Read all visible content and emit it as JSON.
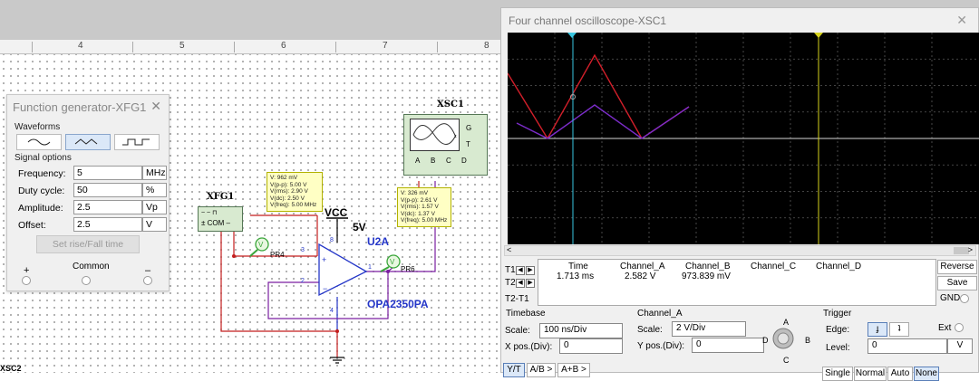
{
  "ruler": {
    "marks": [
      "4",
      "5",
      "6",
      "7",
      "8"
    ]
  },
  "function_generator": {
    "title": "Function generator-XFG1",
    "waveforms_label": "Waveforms",
    "signal_options_label": "Signal options",
    "waveforms": [
      "sine-wave-icon",
      "triangle-wave-icon",
      "square-wave-icon"
    ],
    "selected_waveform": "triangle-wave-icon",
    "rows": [
      {
        "label": "Frequency:",
        "value": "5",
        "unit": "MHz"
      },
      {
        "label": "Duty cycle:",
        "value": "50",
        "unit": "%"
      },
      {
        "label": "Amplitude:",
        "value": "2.5",
        "unit": "Vp"
      },
      {
        "label": "Offset:",
        "value": "2.5",
        "unit": "V"
      }
    ],
    "set_rise_label": "Set rise/Fall time",
    "plus_label": "+",
    "common_label": "Common",
    "minus_label": "–"
  },
  "circuit": {
    "xsc1_label": "XSC1",
    "xfg1_label": "XFG1",
    "xfg_com": "± COM –",
    "vcc_label": "VCC",
    "vcc_value": "5V",
    "u2a_label": "U2A",
    "part_label": "OPA2350PA",
    "pr4_label": "PR4",
    "pr6_label": "PR6",
    "pin3": "3",
    "pin2": "2",
    "pin1": "1",
    "pin8": "8",
    "pin4": "4",
    "scope_pins": [
      "A",
      "B",
      "C",
      "D"
    ],
    "scope_gt": [
      "G",
      "T"
    ],
    "bottom_left_label": "XSC2",
    "probe1": [
      "V: 962 mV",
      "V(p-p): 5.00 V",
      "V(rms): 2.90 V",
      "V(dc): 2.50 V",
      "V(freq): 5.00 MHz"
    ],
    "probe2": [
      "V: 326 mV",
      "V(p-p): 2.61 V",
      "V(rms): 1.57 V",
      "V(dc): 1.37 V",
      "V(freq): 5.00 MHz"
    ]
  },
  "oscilloscope": {
    "title": "Four channel oscilloscope-XSC1",
    "scroll_left": "<",
    "scroll_right": ">",
    "readout_headers": [
      "Time",
      "Channel_A",
      "Channel_B",
      "Channel_C",
      "Channel_D"
    ],
    "t1_label": "T1",
    "t2_label": "T2",
    "t2t1_label": "T2-T1",
    "t1_values": [
      "1.713 ms",
      "2.582 V",
      "973.839 mV",
      "",
      ""
    ],
    "reverse_label": "Reverse",
    "save_label": "Save",
    "gnd_label": "GND",
    "timebase_label": "Timebase",
    "timebase_scale_label": "Scale:",
    "timebase_scale": "100 ns/Div",
    "xpos_label": "X pos.(Div):",
    "xpos_value": "0",
    "channel_label": "Channel_A",
    "channel_scale_label": "Scale:",
    "channel_scale": "2  V/Div",
    "ypos_label": "Y pos.(Div):",
    "ypos_value": "0",
    "knob_labels": [
      "A",
      "B",
      "C",
      "D"
    ],
    "trigger_label": "Trigger",
    "edge_label": "Edge:",
    "level_label": "Level:",
    "level_value": "0",
    "level_unit": "V",
    "ext_label": "Ext",
    "bottom_buttons": [
      "Y/T",
      "A/B >",
      "A+B >"
    ],
    "trigger_buttons": [
      "Single",
      "Normal",
      "Auto",
      "None"
    ],
    "trace_colors": {
      "channel_a": "#d21f2a",
      "channel_b": "#7b2cc9"
    },
    "cursor_colors": {
      "t1": "#39c6e0",
      "t2": "#d6d21c"
    }
  }
}
